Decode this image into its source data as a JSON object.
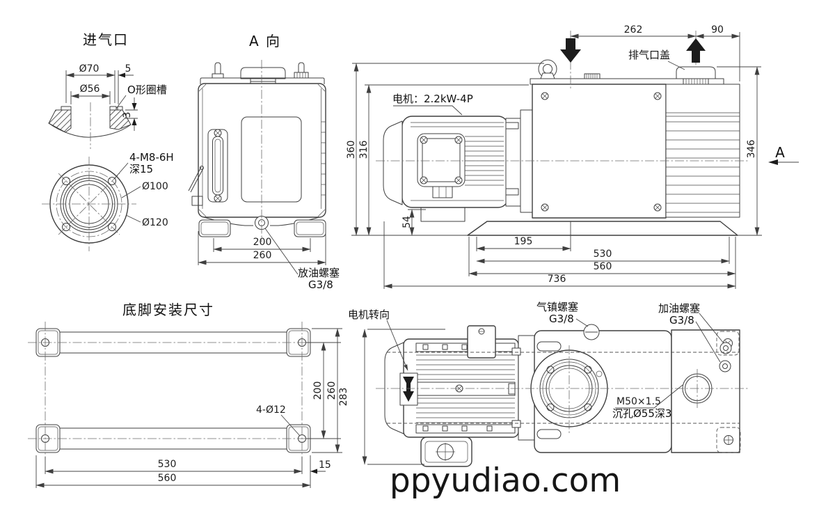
{
  "inlet_section": {
    "title": "进气口",
    "dim_d70": "Ø70",
    "dim_5": "5",
    "dim_d56": "Ø56",
    "label_oring": "O形圈槽",
    "dim_3": "3"
  },
  "inlet_flange": {
    "label_bolts": "4-M8-6H",
    "label_depth": "深15",
    "dim_d100": "Ø100",
    "dim_d120": "Ø120"
  },
  "view_a": {
    "title": "A 向",
    "dim_200": "200",
    "dim_260": "260",
    "drain_label": "放油螺塞",
    "drain_thread": "G3/8"
  },
  "side_view": {
    "motor_label": "电机：2.2kW-4P",
    "exhaust_label": "排气口盖",
    "dim_262": "262",
    "dim_90": "90",
    "dim_360": "360",
    "dim_316": "316",
    "dim_54": "54",
    "dim_195": "195",
    "dim_530": "530",
    "dim_560": "560",
    "dim_736": "736",
    "dim_346": "346",
    "section_label": "A"
  },
  "foot_view": {
    "title": "底脚安装尺寸",
    "dim_200": "200",
    "dim_260": "260",
    "label_holes": "4-Ø12",
    "dim_530": "530",
    "dim_15": "15",
    "dim_560": "560"
  },
  "top_view": {
    "rotation_label": "电机转向",
    "ballast_label": "气镇螺塞",
    "ballast_thread": "G3/8",
    "fill_label": "加油螺塞",
    "fill_thread": "G3/8",
    "thread_label": "M50×1.5",
    "counterbore_label": "沉孔Ø55深3",
    "dim_283": "283"
  },
  "watermark": "ppyudiao.com"
}
